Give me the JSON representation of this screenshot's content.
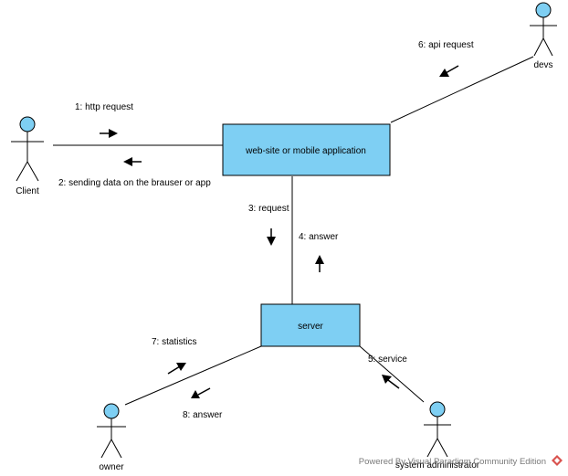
{
  "diagram": {
    "nodes": {
      "web": "web-site or mobile application",
      "server": "server"
    },
    "actors": {
      "client": "Client",
      "devs": "devs",
      "owner": "owner",
      "sysadmin": "system administrator"
    },
    "messages": {
      "m1": "1: http request",
      "m2": "2: sending data on the brauser or app",
      "m3": "3: request",
      "m4": "4: answer",
      "m5": "5: service",
      "m6": "6: api request",
      "m7": "7: statistics",
      "m8": "8: answer"
    },
    "colors": {
      "box_fill": "#7ecff3",
      "actor_head": "#7ecff3",
      "line": "#000000"
    }
  },
  "watermark": "Powered By Visual Paradigm Community Edition"
}
